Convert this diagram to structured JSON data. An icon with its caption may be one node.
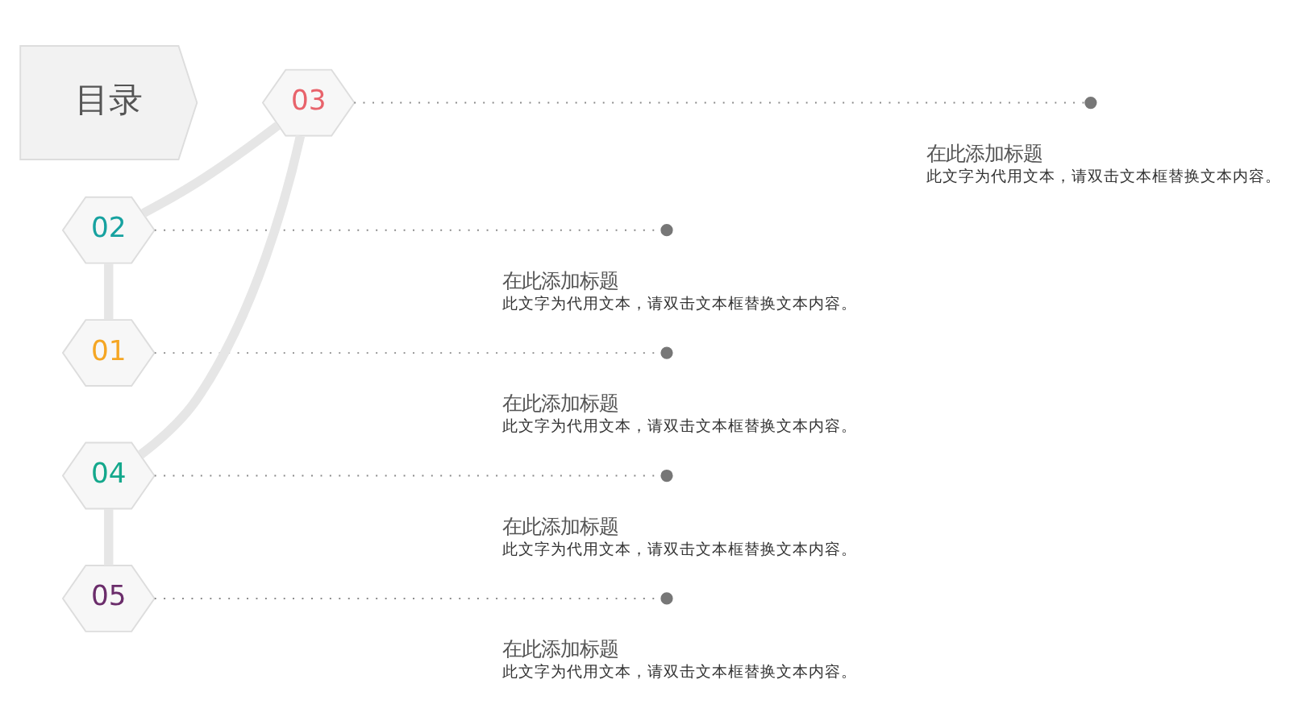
{
  "diagram": {
    "nodes": [
      {
        "text": [
          "目录"
        ]
      },
      {
        "text": [
          "01"
        ]
      },
      {
        "text": [
          "02"
        ]
      },
      {
        "text": [
          "03"
        ]
      },
      {
        "text": [
          "04"
        ]
      },
      {
        "text": [
          "05"
        ]
      },
      {
        "text": [],
        "shape": "circle",
        "beside": [
          "在此添加标题",
          "此文字为代用文本，请双击文本框替换文本内容。"
        ]
      },
      {
        "text": [],
        "shape": "circle",
        "beside": [
          "在此添加标题",
          "此文字为代用文本，请双击文本框替换文本内容。"
        ]
      },
      {
        "text": [],
        "shape": "circle",
        "beside": [
          "在此添加标题",
          "此文字为代用文本，请双击文本框替换文本内容。"
        ]
      },
      {
        "text": [],
        "shape": "circle",
        "beside": [
          "在此添加标题",
          "此文字为代用文本，请双击文本框替换文本内容。"
        ]
      },
      {
        "text": [],
        "shape": "circle",
        "beside": [
          "在此添加标题",
          "此文字为代用文本，请双击文本框替换文本内容。"
        ]
      }
    ],
    "edges": [
      {
        "from": 1,
        "to": 6,
        "arrow": "none",
        "style": "dashed"
      },
      {
        "from": 2,
        "to": 7,
        "arrow": "none",
        "style": "dashed"
      },
      {
        "from": 3,
        "to": 8,
        "arrow": "none",
        "style": "dashed"
      },
      {
        "from": 4,
        "to": 9,
        "arrow": "none",
        "style": "dashed"
      },
      {
        "from": 5,
        "to": 10,
        "arrow": "none",
        "style": "dashed"
      },
      {
        "from": 1,
        "to": 2,
        "arrow": "none",
        "style": "thick",
        "color": "#e6e6e6"
      },
      {
        "from": 2,
        "to": 3,
        "arrow": "none",
        "style": "thick",
        "color": "#e6e6e6"
      },
      {
        "from": 3,
        "to": 4,
        "arrow": "none",
        "style": "thick",
        "color": "#e6e6e6"
      },
      {
        "from": 4,
        "to": 5,
        "arrow": "none",
        "style": "thick",
        "color": "#e6e6e6"
      }
    ]
  }
}
